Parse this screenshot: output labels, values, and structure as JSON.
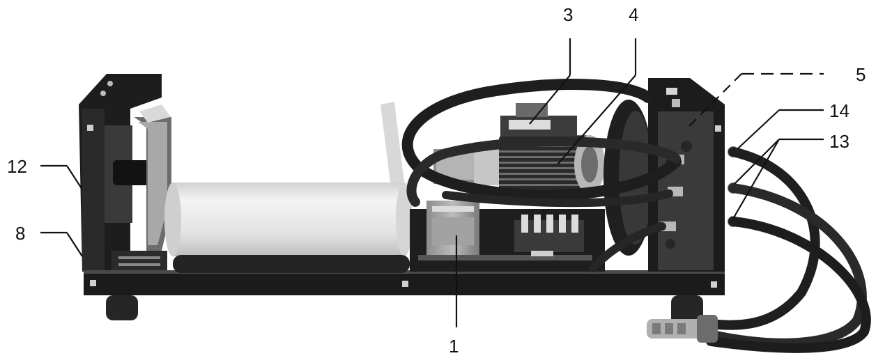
{
  "callouts": {
    "c1": "1",
    "c3": "3",
    "c4": "4",
    "c5": "5",
    "c8": "8",
    "c12": "12",
    "c13": "13",
    "c14": "14"
  },
  "colors": {
    "frame": "#1c1c1c",
    "hose": "#2a2a2a",
    "cylinder": "#e6e6e6",
    "metal": "#9a9a9a",
    "leader": "#111111"
  }
}
